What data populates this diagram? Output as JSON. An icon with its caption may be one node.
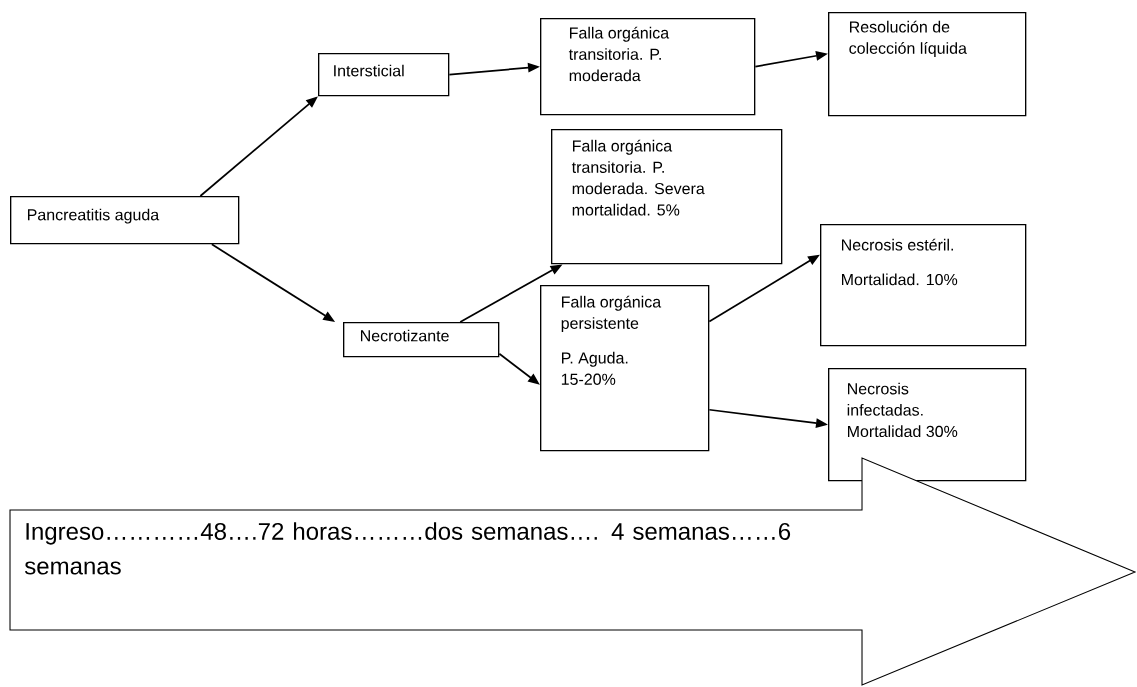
{
  "diagram": {
    "nodes": [
      {
        "text": [
          "Pancreatitis aguda"
        ]
      },
      {
        "text": [
          "Intersticial"
        ]
      },
      {
        "text": [
          "Falla orgánica transitoria. P. moderada"
        ]
      },
      {
        "text": [
          "Resolución de colección líquida"
        ]
      },
      {
        "text": [
          "Necrotizante"
        ]
      },
      {
        "text": [
          "Falla orgánica transitoria. P. moderada. Severa mortalidad. 5%"
        ]
      },
      {
        "text": [
          "Falla orgánica persistente",
          "P. Aguda. 15-20%"
        ]
      },
      {
        "text": [
          "Necrosis estéril.",
          "Mortalidad. 10%"
        ]
      },
      {
        "text": [
          "Necrosis infectadas. Mortalidad 30%"
        ]
      },
      {
        "text": [
          "Ingreso…………48….72 horas………dos semanas…. 4 semanas……6 semanas"
        ]
      }
    ],
    "edges": [
      {
        "from": 0,
        "to": 1,
        "arrow": "to"
      },
      {
        "from": 1,
        "to": 2,
        "arrow": "to"
      },
      {
        "from": 2,
        "to": 3,
        "arrow": "to"
      },
      {
        "from": 0,
        "to": 4,
        "arrow": "to"
      },
      {
        "from": 4,
        "to": 5,
        "arrow": "to"
      },
      {
        "from": 4,
        "to": 6,
        "arrow": "to"
      },
      {
        "from": 6,
        "to": 7,
        "arrow": "to"
      },
      {
        "from": 6,
        "to": 8,
        "arrow": "to"
      }
    ]
  }
}
